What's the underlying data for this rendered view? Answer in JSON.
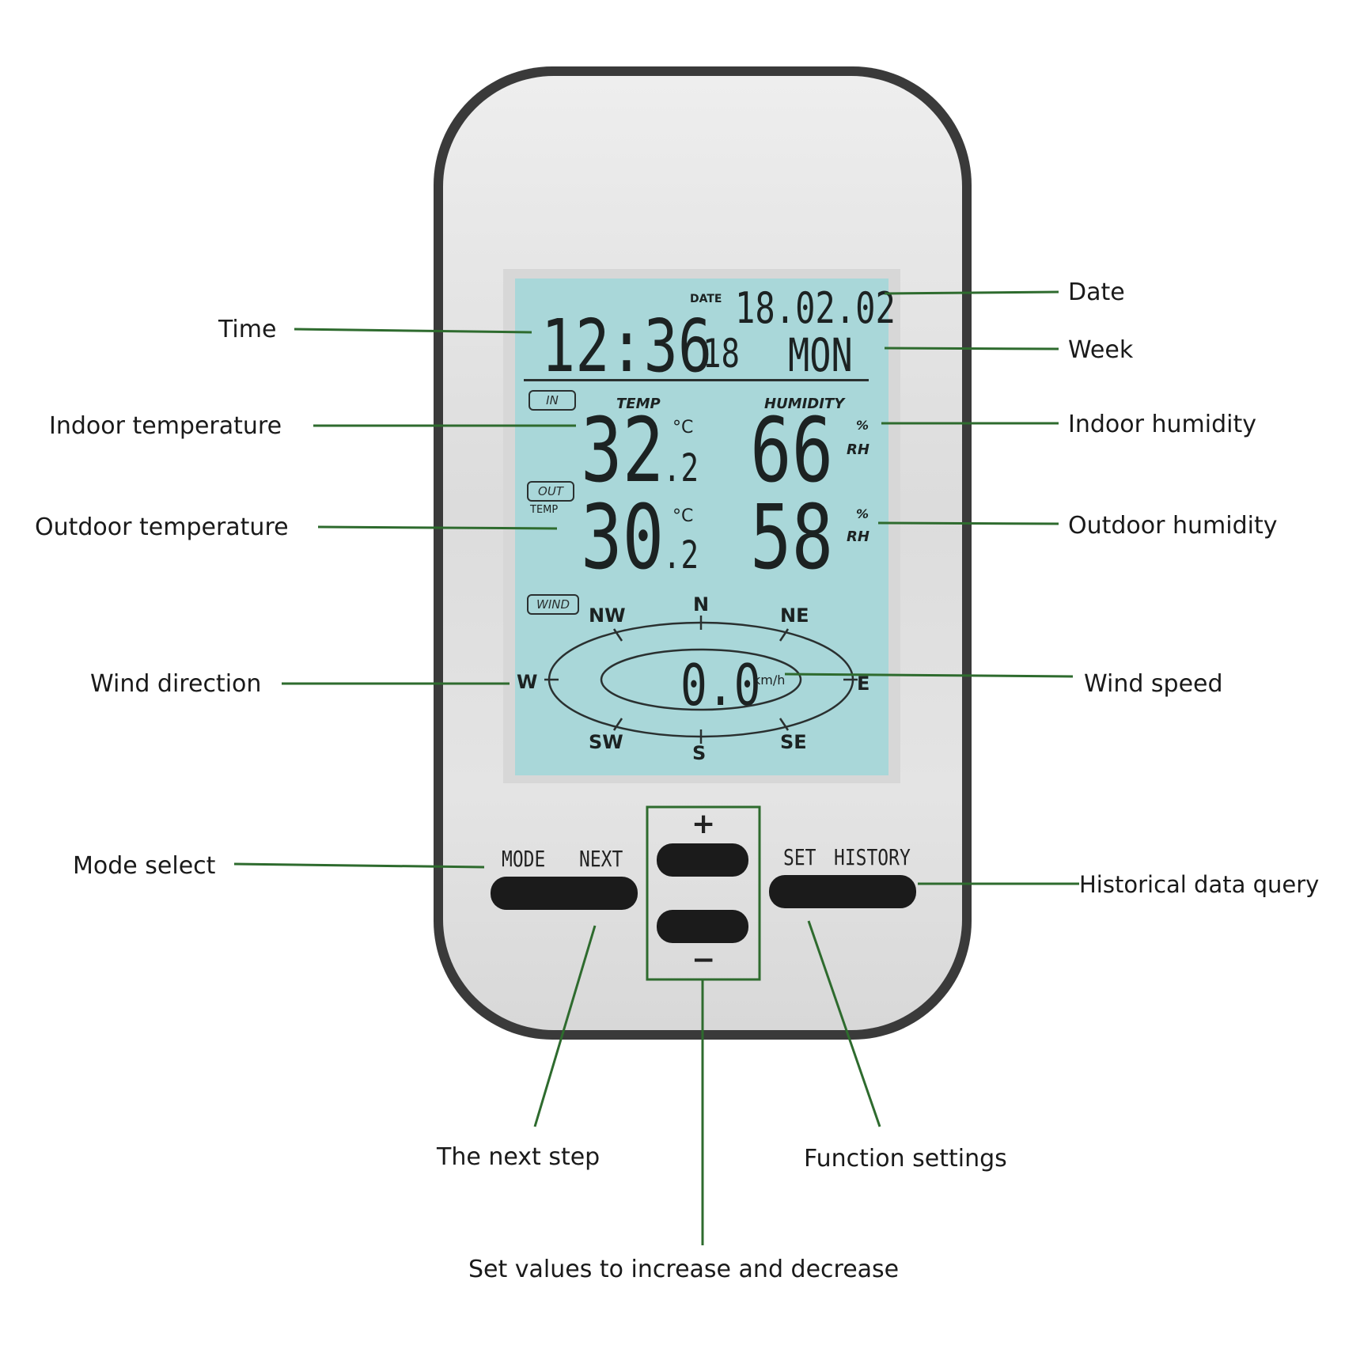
{
  "display": {
    "date_label": "DATE",
    "date_value": "18.02.02",
    "time_value": "12:36",
    "seconds_value": "18",
    "weekday_value": "MON",
    "in_label": "IN",
    "temp_header": "TEMP",
    "humidity_header": "HUMIDITY",
    "indoor_temp_int": "32",
    "indoor_temp_dec": ".2",
    "temp_unit": "°C",
    "indoor_humidity": "66",
    "humidity_unit_pct": "%",
    "humidity_unit_rh": "RH",
    "out_label": "OUT",
    "out_temp_label": "TEMP",
    "outdoor_temp_int": "30",
    "outdoor_temp_dec": ".2",
    "outdoor_humidity": "58",
    "wind_label": "WIND",
    "wind_speed_value": "0.0",
    "wind_speed_unit": "km/h",
    "compass": {
      "n": "N",
      "ne": "NE",
      "e": "E",
      "se": "SE",
      "s": "S",
      "sw": "SW",
      "w": "W",
      "nw": "NW"
    }
  },
  "buttons": {
    "mode_label": "MODE",
    "next_label": "NEXT",
    "plus_label": "+",
    "minus_label": "−",
    "set_label": "SET",
    "history_label": "HISTORY"
  },
  "callouts": {
    "time": "Time",
    "date": "Date",
    "week": "Week",
    "indoor_temperature": "Indoor temperature",
    "indoor_humidity": "Indoor humidity",
    "outdoor_temperature": "Outdoor temperature",
    "outdoor_humidity": "Outdoor humidity",
    "wind_direction": "Wind direction",
    "wind_speed": "Wind speed",
    "mode_select": "Mode select",
    "historical_data_query": "Historical data query",
    "next_step": "The next step",
    "function_settings": "Function settings",
    "set_values": "Set values to increase and decrease"
  },
  "colors": {
    "leader_line": "#2e6b2e",
    "lcd_background": "#a9d7d9",
    "lcd_segment": "#1c2222",
    "button": "#1b1b1b"
  }
}
